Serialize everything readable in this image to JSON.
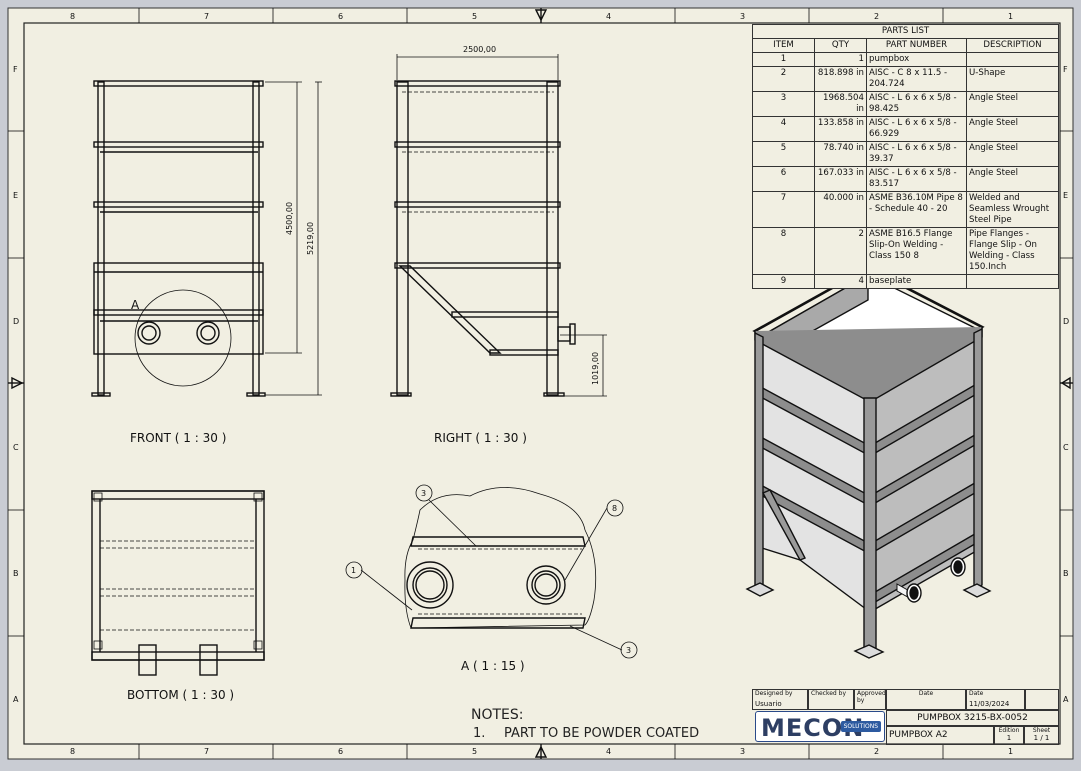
{
  "border": {
    "columns_top": [
      "8",
      "7",
      "6",
      "5",
      "4",
      "3",
      "2",
      "1"
    ],
    "columns_bottom": [
      "8",
      "7",
      "6",
      "5",
      "4",
      "3",
      "2",
      "1"
    ],
    "rows_left": [
      "F",
      "E",
      "D",
      "C",
      "B",
      "A"
    ],
    "rows_right": [
      "F",
      "E",
      "D",
      "C",
      "B",
      "A"
    ]
  },
  "views": {
    "front": {
      "label": "FRONT ( 1 : 30 )",
      "detail_marker": "A"
    },
    "right": {
      "label": "RIGHT ( 1 : 30 )"
    },
    "bottom": {
      "label": "BOTTOM ( 1 : 30 )"
    },
    "detail": {
      "label": "A ( 1 : 15 )",
      "balloons": [
        "3",
        "8",
        "1",
        "3"
      ]
    }
  },
  "dimensions": {
    "width": "2500,00",
    "height_inner": "4500,00",
    "height_total": "5219,00",
    "height_hopper": "1019,00"
  },
  "parts_list": {
    "title": "PARTS LIST",
    "headers": [
      "ITEM",
      "QTY",
      "PART NUMBER",
      "DESCRIPTION"
    ],
    "rows": [
      {
        "item": "1",
        "qty": "1",
        "part": "pumpbox",
        "desc": ""
      },
      {
        "item": "2",
        "qty": "818.898 in",
        "part": "AISC - C 8 x 11.5 - 204.724",
        "desc": "U-Shape"
      },
      {
        "item": "3",
        "qty": "1968.504 in",
        "part": "AISC - L 6 x 6 x 5/8 - 98.425",
        "desc": "Angle Steel"
      },
      {
        "item": "4",
        "qty": "133.858 in",
        "part": "AISC - L 6 x 6 x 5/8 - 66.929",
        "desc": "Angle Steel"
      },
      {
        "item": "5",
        "qty": "78.740 in",
        "part": "AISC - L 6 x 6 x 5/8 - 39.37",
        "desc": "Angle Steel"
      },
      {
        "item": "6",
        "qty": "167.033 in",
        "part": "AISC - L 6 x 6 x 5/8 - 83.517",
        "desc": "Angle Steel"
      },
      {
        "item": "7",
        "qty": "40.000 in",
        "part": "ASME B36.10M Pipe 8 - Schedule 40 - 20",
        "desc": "Welded and Seamless Wrought Steel Pipe"
      },
      {
        "item": "8",
        "qty": "2",
        "part": "ASME B16.5 Flange Slip-On Welding - Class 150 8",
        "desc": "Pipe Flanges - Flange Slip - On Welding - Class 150.Inch"
      },
      {
        "item": "9",
        "qty": "4",
        "part": "baseplate",
        "desc": ""
      }
    ]
  },
  "title_block": {
    "designed_by_label": "Designed by",
    "designed_by": "Usuario",
    "checked_by_label": "Checked by",
    "approved_by_label": "Approved by",
    "date_label": "Date",
    "date2_label": "Date",
    "date": "11/03/2024",
    "drawing_number": "PUMPBOX 3215-BX-0052",
    "drawing_title": "PUMPBOX A2",
    "edition_label": "Edition",
    "edition": "1",
    "sheet_label": "Sheet",
    "sheet": "1 / 1",
    "logo_main": "MECON",
    "logo_sub": "SOLUTIONS"
  },
  "notes": {
    "title": "NOTES:",
    "items": [
      {
        "num": "1.",
        "text": "PART TO BE POWDER COATED"
      }
    ]
  },
  "colors": {
    "paper": "#f1efe2",
    "frame": "#c9ccd3",
    "line": "#111111",
    "logo": "#2d3e63"
  }
}
